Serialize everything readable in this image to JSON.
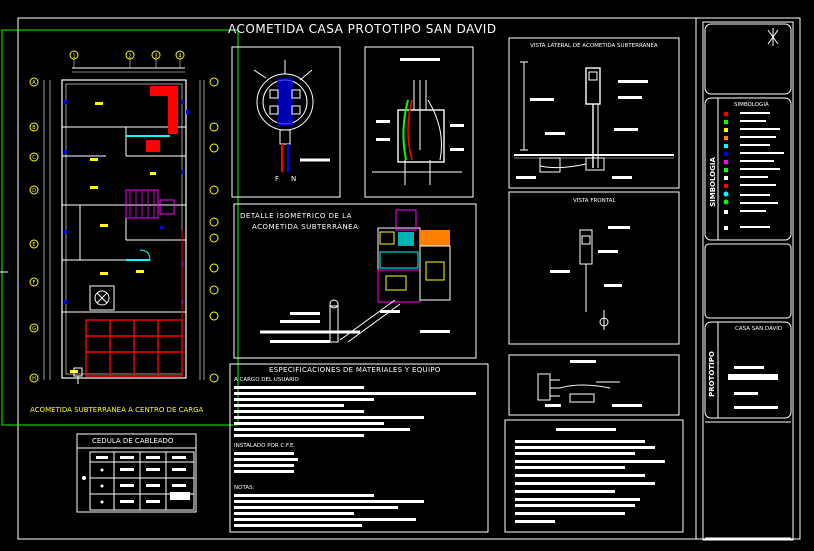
{
  "title": "ACOMETIDA CASA PROTOTIPO SAN DAVID",
  "plan": {
    "footer_label": "ACOMETIDA SUBTERRANEA A CENTRO DE CARGA",
    "axis_numbers_top": [
      "1",
      "2",
      "3",
      "4"
    ],
    "axis_letters_left": [
      "A",
      "B",
      "C",
      "D",
      "E",
      "F",
      "G",
      "H"
    ]
  },
  "meter_detail": {
    "label_f": "F",
    "label_n": "N"
  },
  "isometric": {
    "title_line1": "DETALLE ISOMÉTRICO DE LA",
    "title_line2": "ACOMETIDA SUBTERRÁNEA"
  },
  "side_view": {
    "title": "VISTA LATERAL DE ACOMETIDA SUBTERRANEA"
  },
  "front_view": {
    "title": "VISTA FRONTAL"
  },
  "specs": {
    "title": "ESPECIFICACIONES DE MATERIALES Y EQUIPO",
    "section_user": "A CARGO DEL USUARIO",
    "section_cfe": "INSTALADO POR C.F.E.",
    "section_notes": "NOTAS:"
  },
  "cable_schedule": {
    "title": "CEDULA DE CABLEADO"
  },
  "legend": {
    "title": "SIMBOLOGIA",
    "side_label": "SIMBOLOGIA"
  },
  "project": {
    "name": "CASA SAN DAVID",
    "side_label": "PROTOTIPO"
  },
  "colors": {
    "line": "#ffffff",
    "red": "#ff0000",
    "yellow": "#ffff00",
    "cyan": "#00ffff",
    "blue": "#0000ff",
    "magenta": "#ff00ff",
    "green": "#00ff00",
    "orange": "#ff8000"
  }
}
